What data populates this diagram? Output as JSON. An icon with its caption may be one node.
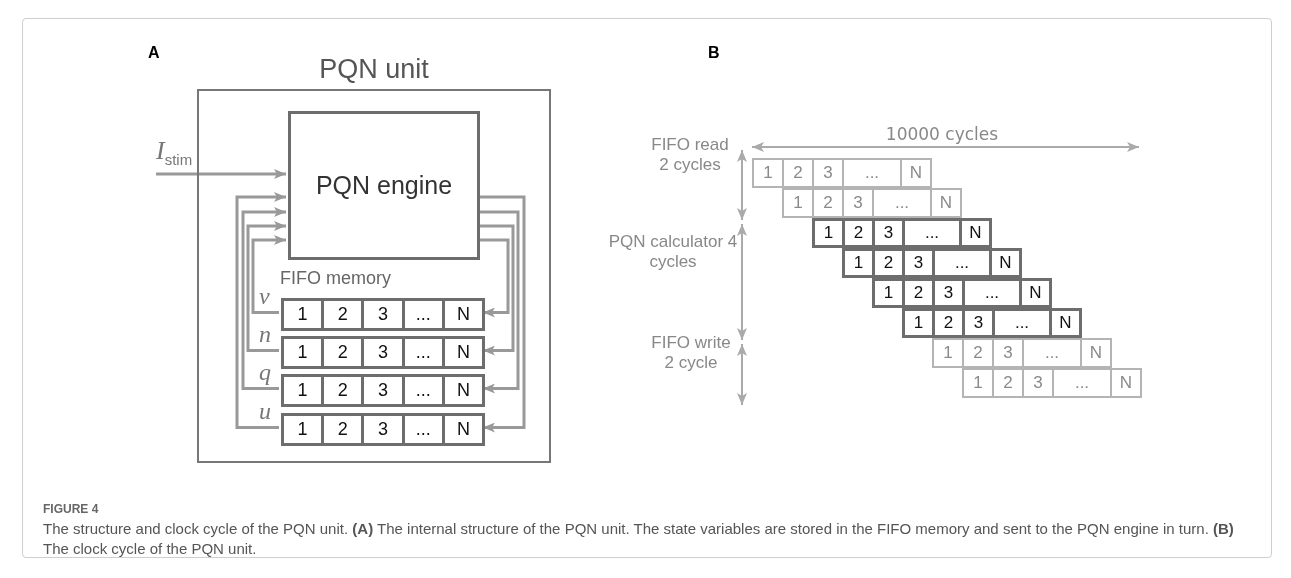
{
  "diagram": {
    "caption": "The structure and clock cycle of the PQN unit. **(A)** The internal structure of the PQN unit. The state variables are stored in the FIFO memory and sent to the PQN engine in turn. **(B)** The clock cycle of the PQN unit.",
    "nodes": [
      {
        "text": [
          "PQN unit"
        ]
      },
      {
        "text": [
          "I$_{stim}$"
        ]
      },
      {
        "text": [
          "PQN engine"
        ],
        "in": 0
      },
      {
        "text": [
          "FIFO memory"
        ],
        "in": 0
      },
      {
        "text": [
          "1",
          "2",
          "3",
          "...",
          "N"
        ],
        "beside": [
          "v"
        ],
        "in": 3
      },
      {
        "text": [
          "1",
          "2",
          "3",
          "...",
          "N"
        ],
        "beside": [
          "n"
        ],
        "in": 3
      },
      {
        "text": [
          "1",
          "2",
          "3",
          "...",
          "N"
        ],
        "beside": [
          "q"
        ],
        "in": 3
      },
      {
        "text": [
          "1",
          "2",
          "3",
          "...",
          "N"
        ],
        "beside": [
          "u"
        ],
        "in": 3
      },
      {
        "text": [
          "1",
          "2",
          "3",
          "...",
          "N"
        ]
      },
      {
        "text": [
          "1",
          "2",
          "3",
          "...",
          "N"
        ]
      },
      {
        "text": [
          "1",
          "2",
          "3",
          "...",
          "N"
        ]
      },
      {
        "text": [
          "1",
          "2",
          "3",
          "...",
          "N"
        ]
      },
      {
        "text": [
          "1",
          "2",
          "3",
          "...",
          "N"
        ]
      },
      {
        "text": [
          "1",
          "2",
          "3",
          "...",
          "N"
        ]
      },
      {
        "text": [
          "1",
          "2",
          "3",
          "...",
          "N"
        ]
      },
      {
        "text": [
          "1",
          "2",
          "3",
          "...",
          "N"
        ]
      }
    ],
    "edges": [
      {
        "from": 1,
        "to": 2,
        "arrow": "to"
      },
      {
        "from": 4,
        "to": 2,
        "arrow": "to"
      },
      {
        "from": 5,
        "to": 2,
        "arrow": "to"
      },
      {
        "from": 6,
        "to": 2,
        "arrow": "to"
      },
      {
        "from": 7,
        "to": 2,
        "arrow": "to"
      },
      {
        "from": 2,
        "to": 4,
        "arrow": "to"
      },
      {
        "from": 2,
        "to": 5,
        "arrow": "to"
      },
      {
        "from": 2,
        "to": 6,
        "arrow": "to"
      },
      {
        "from": 2,
        "to": 7,
        "arrow": "to"
      }
    ],
    "labels": [
      "A",
      "B",
      "10000 cycles",
      "FIFO read 2 cycles",
      "PQN calculator 4 cycles",
      "FIFO write 2 cycle",
      "FIGURE 4"
    ]
  }
}
